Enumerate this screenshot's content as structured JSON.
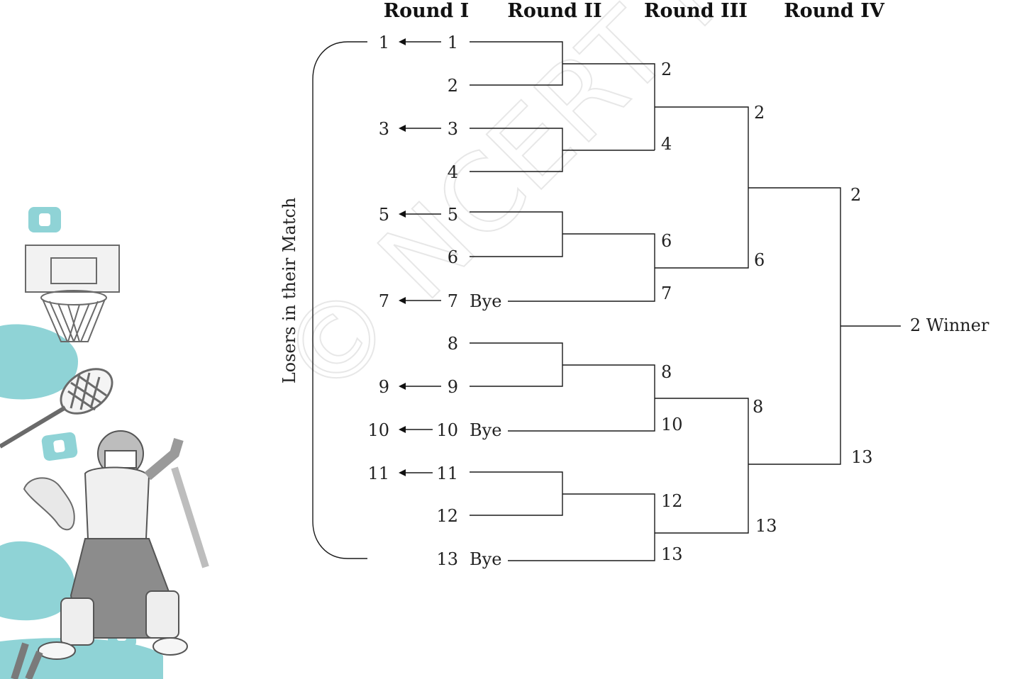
{
  "rounds": [
    "Round I",
    "Round II",
    "Round III",
    "Round IV"
  ],
  "side_label": "Losers in their Match",
  "winner_label": "2 Winner",
  "bye_label": "Bye",
  "watermark": "© NCERT not to be republished",
  "round1_teams": [
    {
      "team": "1",
      "loser": "1",
      "bye": false
    },
    {
      "team": "2",
      "loser": "",
      "bye": false
    },
    {
      "team": "3",
      "loser": "3",
      "bye": false
    },
    {
      "team": "4",
      "loser": "",
      "bye": false
    },
    {
      "team": "5",
      "loser": "5",
      "bye": false
    },
    {
      "team": "6",
      "loser": "",
      "bye": false
    },
    {
      "team": "7",
      "loser": "7",
      "bye": true
    },
    {
      "team": "8",
      "loser": "",
      "bye": false
    },
    {
      "team": "9",
      "loser": "9",
      "bye": false
    },
    {
      "team": "10",
      "loser": "10",
      "bye": true
    },
    {
      "team": "11",
      "loser": "11",
      "bye": false
    },
    {
      "team": "12",
      "loser": "",
      "bye": false
    },
    {
      "team": "13",
      "loser": "",
      "bye": true
    }
  ],
  "round3_entries": [
    "2",
    "4",
    "6",
    "7",
    "8",
    "10",
    "12",
    "13"
  ],
  "round4_entries": [
    "2",
    "6",
    "8",
    "13"
  ],
  "final_entries": [
    "2",
    "13"
  ]
}
